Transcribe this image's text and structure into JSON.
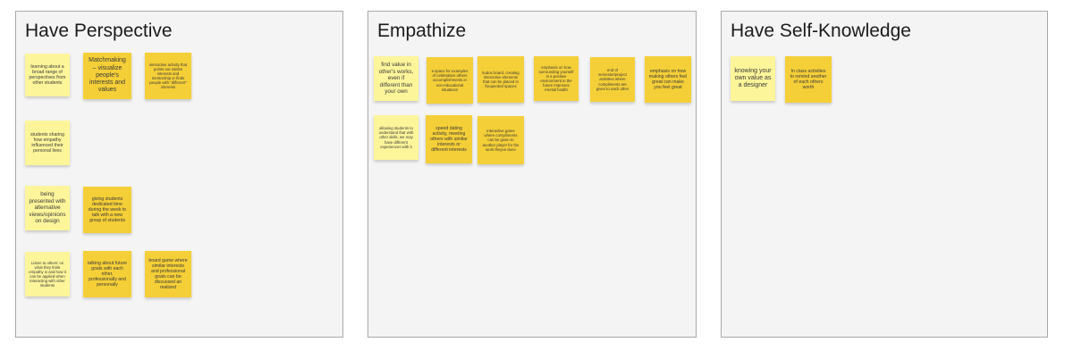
{
  "frames": [
    {
      "title": "Have Perspective",
      "notes": [
        {
          "text": "learning about a broad range of perspectives from other students",
          "color": "light"
        },
        {
          "text": "Matchmaking – visualize people's interests and values",
          "color": "dark"
        },
        {
          "text": "interactive activity that points out similar interests and mentorship or finds people with \"different\" interests",
          "color": "dark"
        },
        {
          "text": "students sharing how empathy influenced their personal lives",
          "color": "light"
        },
        {
          "text": "being presented with alternative views/opinions on design",
          "color": "light"
        },
        {
          "text": "giving students dedicated time during the week to talk with a new group of students",
          "color": "dark"
        },
        {
          "text": "Listen to others' on what they think empathy is and how it can be applied when interacting with other students",
          "color": "light"
        },
        {
          "text": "talking about future goals with each other, professionally and personally",
          "color": "dark"
        },
        {
          "text": "board game where similar interests and professional goals can be discussed an realized",
          "color": "dark"
        }
      ]
    },
    {
      "title": "Empathize",
      "notes": [
        {
          "text": "find value in other's works, even if different than your own",
          "color": "light"
        },
        {
          "text": "a space for examples of celebration others accomplishments in non-educational situations",
          "color": "dark"
        },
        {
          "text": "kudos board, creating interactive elements that can be placed in frequented spaces",
          "color": "dark"
        },
        {
          "text": "emphasis on how surrounding yourself in a positive environment in the future improves mental health",
          "color": "dark"
        },
        {
          "text": "end of semester/project activities where compliments are given to each other",
          "color": "dark"
        },
        {
          "text": "emphasis on how making others feel great can make you feel great",
          "color": "dark"
        },
        {
          "text": "allowing students to understand that with other skills, we may have different experiences with it",
          "color": "light"
        },
        {
          "text": "speed dating activity, meeting others with similar interests or different interests",
          "color": "dark"
        },
        {
          "text": "interactive game where compliments can be given to another player for the work theyve done",
          "color": "dark"
        }
      ]
    },
    {
      "title": "Have Self-Knowledge",
      "notes": [
        {
          "text": "knowing your own value as a designer",
          "color": "light"
        },
        {
          "text": "In class activities to remind another of each others worth",
          "color": "dark"
        }
      ]
    }
  ],
  "colors": {
    "light_note": "#fdf59a",
    "dark_note": "#f5cf37",
    "frame_bg": "#f4f4f4",
    "frame_border": "#a9a9a9"
  }
}
